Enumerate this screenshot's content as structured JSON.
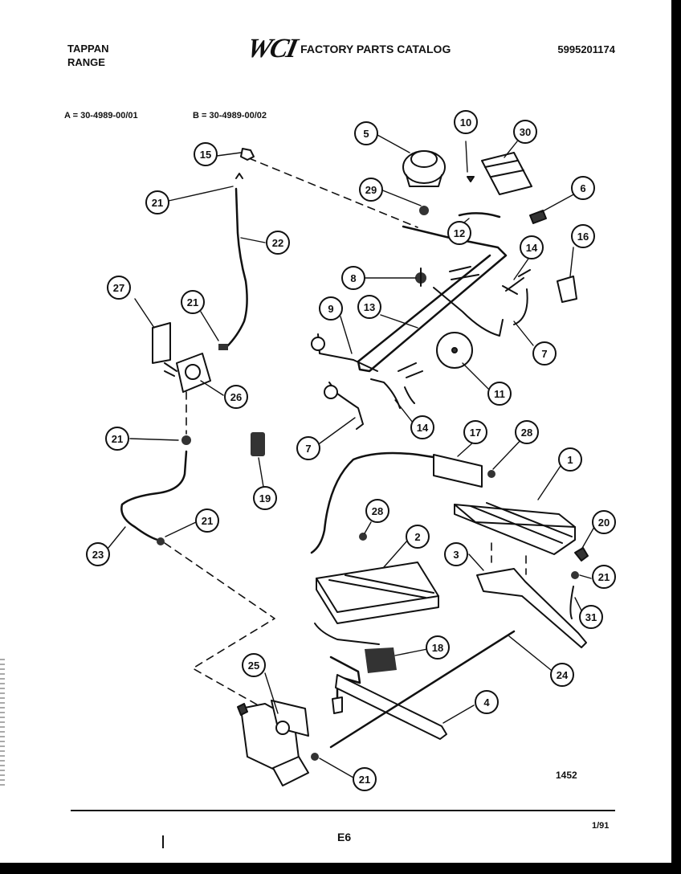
{
  "header": {
    "brand_line1": "TAPPAN",
    "brand_line2": "RANGE",
    "logo": "WCI",
    "catalog_title": "FACTORY PARTS CATALOG",
    "part_number": "5995201174"
  },
  "models": {
    "a": "A = 30-4989-00/01",
    "b": "B = 30-4989-00/02"
  },
  "callouts": [
    "1",
    "2",
    "3",
    "4",
    "5",
    "6",
    "7",
    "7",
    "8",
    "9",
    "10",
    "11",
    "12",
    "13",
    "14",
    "14",
    "15",
    "16",
    "17",
    "18",
    "19",
    "20",
    "21",
    "21",
    "21",
    "21",
    "21",
    "21",
    "22",
    "23",
    "24",
    "25",
    "26",
    "27",
    "28",
    "28",
    "29",
    "30",
    "31"
  ],
  "footer": {
    "figure_number": "1452",
    "page": "E6",
    "date": "1/91"
  },
  "colors": {
    "ink": "#111111",
    "paper": "#ffffff"
  }
}
